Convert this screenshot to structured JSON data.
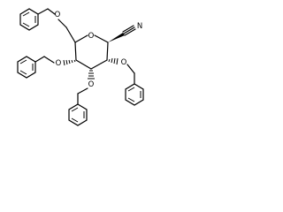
{
  "molecule": {
    "atom_labels": {
      "ring_oxygen": "O",
      "o6": "O",
      "o4": "O",
      "o3": "O",
      "o2": "O",
      "nitrile_nitrogen": "N"
    }
  }
}
